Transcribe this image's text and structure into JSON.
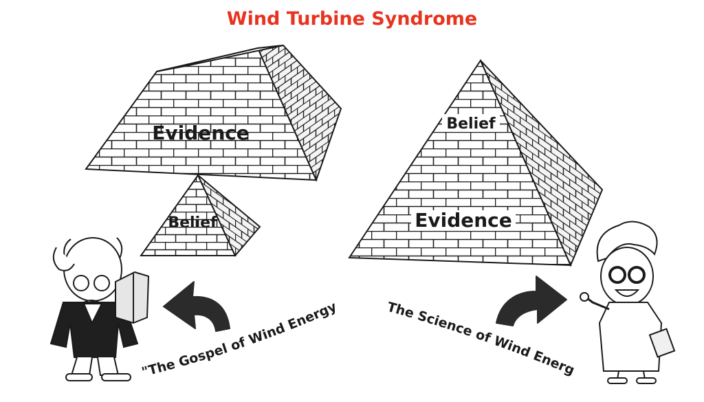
{
  "title": "Wind Turbine Syndrome",
  "left_diagram": {
    "top_pyramid_label": "Evidence",
    "bottom_pyramid_label": "Belief",
    "caption": "\"The Gospel of Wind Energy\""
  },
  "right_diagram": {
    "top_label": "Belief",
    "bottom_label": "Evidence",
    "caption": "The Science of Wind Energy"
  },
  "colors": {
    "title": "#e8331f",
    "ink": "#1a1a1a",
    "arrow": "#2b2b2b"
  }
}
